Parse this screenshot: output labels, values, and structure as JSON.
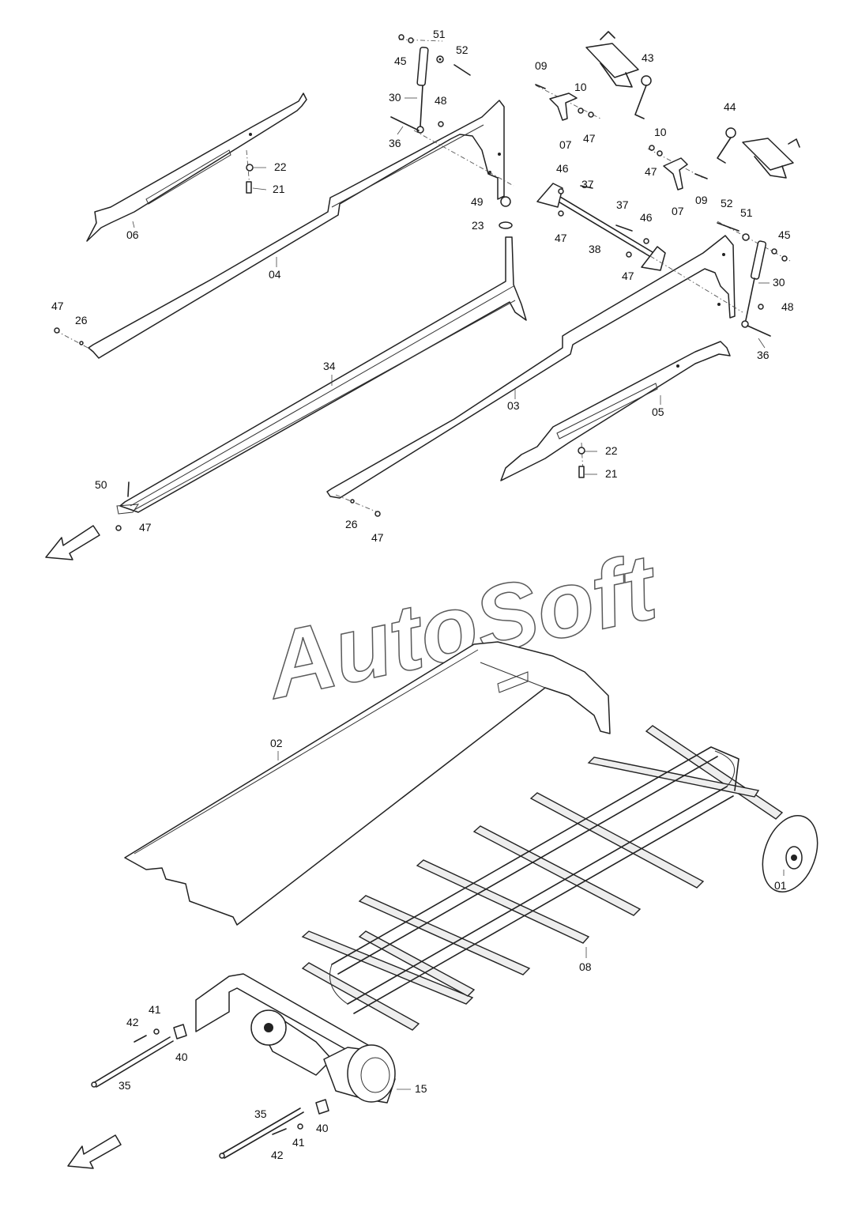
{
  "watermark": "AutoSoft",
  "callouts": [
    {
      "id": "c45a",
      "text": "45"
    },
    {
      "id": "c51a",
      "text": "51"
    },
    {
      "id": "c52a",
      "text": "52"
    },
    {
      "id": "c30a",
      "text": "30"
    },
    {
      "id": "c48a",
      "text": "48"
    },
    {
      "id": "c36a",
      "text": "36"
    },
    {
      "id": "c09a",
      "text": "09"
    },
    {
      "id": "c10a",
      "text": "10"
    },
    {
      "id": "c07a",
      "text": "07"
    },
    {
      "id": "c47a",
      "text": "47"
    },
    {
      "id": "c43",
      "text": "43"
    },
    {
      "id": "c44",
      "text": "44"
    },
    {
      "id": "c10b",
      "text": "10"
    },
    {
      "id": "c47b",
      "text": "47"
    },
    {
      "id": "c07b",
      "text": "07"
    },
    {
      "id": "c09b",
      "text": "09"
    },
    {
      "id": "c22a",
      "text": "22"
    },
    {
      "id": "c21a",
      "text": "21"
    },
    {
      "id": "c06",
      "text": "06"
    },
    {
      "id": "c46a",
      "text": "46"
    },
    {
      "id": "c37a",
      "text": "37"
    },
    {
      "id": "c49",
      "text": "49"
    },
    {
      "id": "c23",
      "text": "23"
    },
    {
      "id": "c47c",
      "text": "47"
    },
    {
      "id": "c37b",
      "text": "37"
    },
    {
      "id": "c46b",
      "text": "46"
    },
    {
      "id": "c38",
      "text": "38"
    },
    {
      "id": "c47d",
      "text": "47"
    },
    {
      "id": "c52b",
      "text": "52"
    },
    {
      "id": "c51b",
      "text": "51"
    },
    {
      "id": "c45b",
      "text": "45"
    },
    {
      "id": "c30b",
      "text": "30"
    },
    {
      "id": "c48b",
      "text": "48"
    },
    {
      "id": "c36b",
      "text": "36"
    },
    {
      "id": "c04",
      "text": "04"
    },
    {
      "id": "c47e",
      "text": "47"
    },
    {
      "id": "c26a",
      "text": "26"
    },
    {
      "id": "c34",
      "text": "34"
    },
    {
      "id": "c03",
      "text": "03"
    },
    {
      "id": "c05",
      "text": "05"
    },
    {
      "id": "c22b",
      "text": "22"
    },
    {
      "id": "c21b",
      "text": "21"
    },
    {
      "id": "c50",
      "text": "50"
    },
    {
      "id": "c47f",
      "text": "47"
    },
    {
      "id": "c26b",
      "text": "26"
    },
    {
      "id": "c47g",
      "text": "47"
    },
    {
      "id": "c02",
      "text": "02"
    },
    {
      "id": "c01",
      "text": "01"
    },
    {
      "id": "c08",
      "text": "08"
    },
    {
      "id": "c41a",
      "text": "41"
    },
    {
      "id": "c42a",
      "text": "42"
    },
    {
      "id": "c40a",
      "text": "40"
    },
    {
      "id": "c35a",
      "text": "35"
    },
    {
      "id": "c15",
      "text": "15"
    },
    {
      "id": "c35b",
      "text": "35"
    },
    {
      "id": "c40b",
      "text": "40"
    },
    {
      "id": "c41b",
      "text": "41"
    },
    {
      "id": "c42b",
      "text": "42"
    }
  ]
}
